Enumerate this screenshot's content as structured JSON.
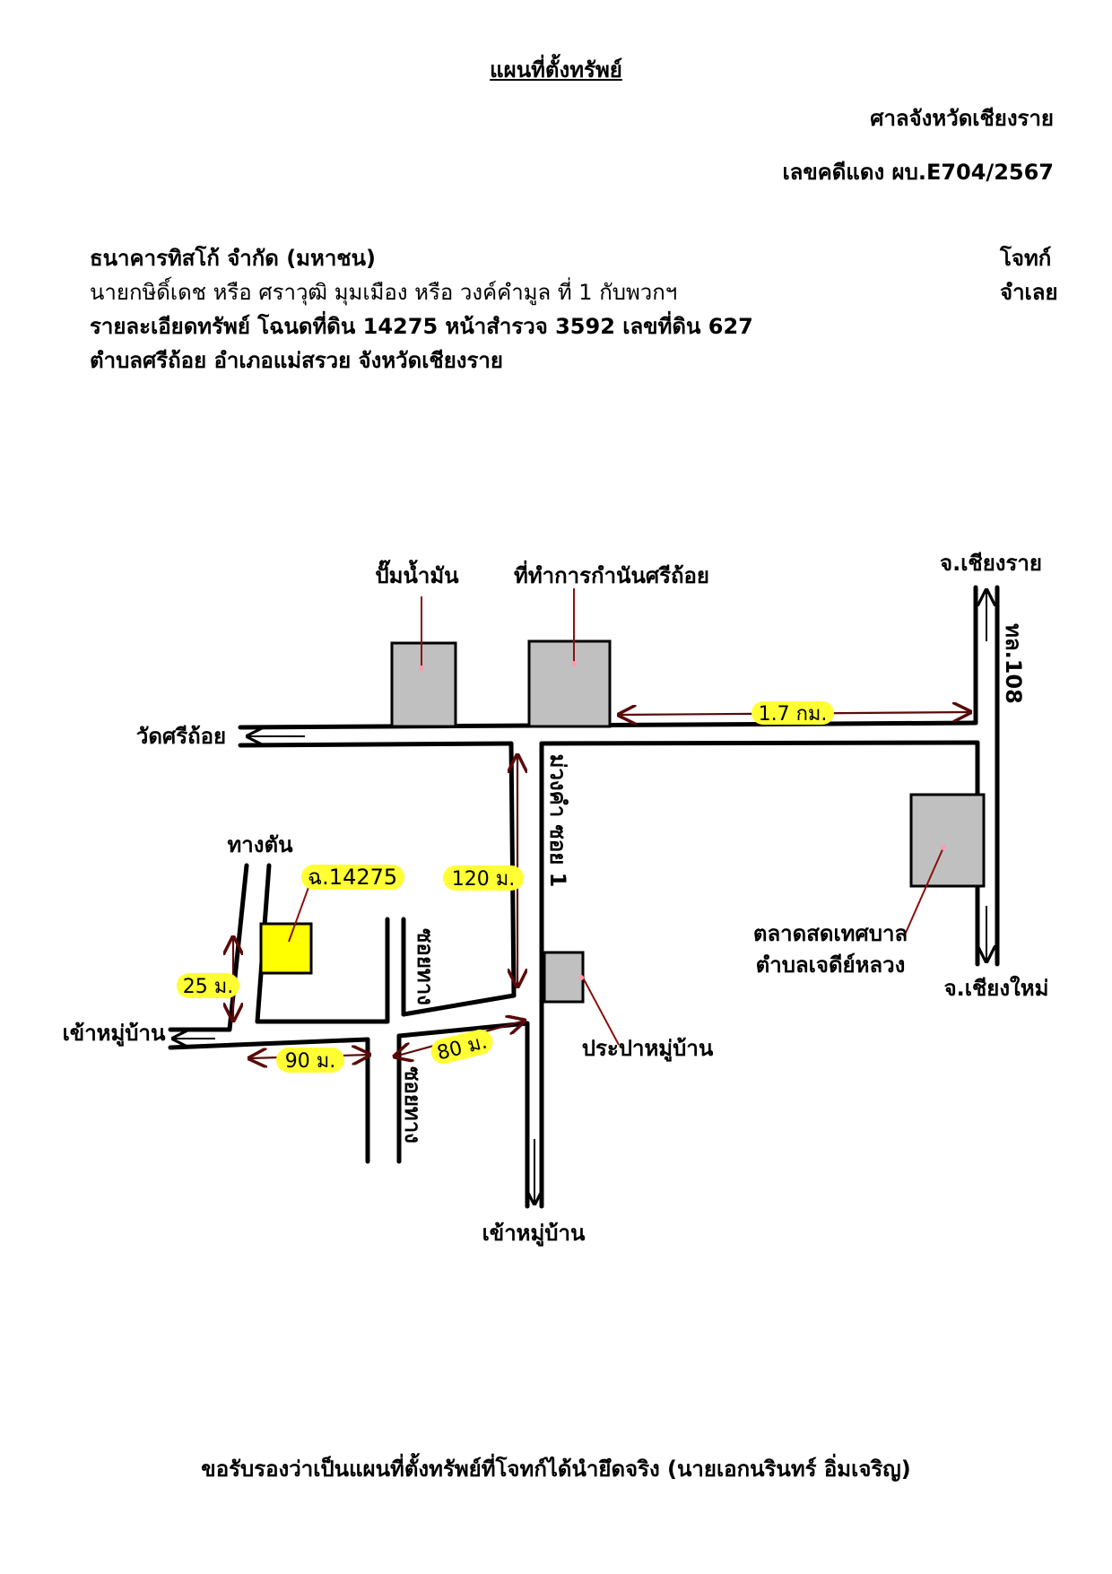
{
  "header": {
    "title": "แผนที่ตั้งทรัพย์",
    "court": "ศาลจังหวัดเชียงราย",
    "case_number": "เลขคดีแดง ผบ.E704/2567"
  },
  "parties": {
    "plaintiff_name": "ธนาคารทิสโก้ จำกัด (มหาชน)",
    "plaintiff_role": "โจทก์",
    "defendant_name": "นายกษิดิ์เดช หรือ ศราวุฒิ มุมเมือง หรือ วงค์คำมูล ที่ 1 กับพวกฯ",
    "defendant_role": "จำเลย"
  },
  "property": {
    "detail_line1": "รายละเอียดทรัพย์ โฉนดที่ดิน 14275 หน้าสำรวจ 3592 เลขที่ดิน 627",
    "detail_line2": "ตำบลศรีถ้อย อำเภอแม่สรวย จังหวัดเชียงราย"
  },
  "map": {
    "places": {
      "gas_station": "ปั๊มน้ำมัน",
      "kamnan_office": "ที่ทำการกำนันศรีถ้อย",
      "chiang_rai": "จ.เชียงราย",
      "highway": "ทล.108",
      "temple": "วัดศรีถ้อย",
      "dead_end": "ทางตัน",
      "plot_label": "ฉ.14275",
      "soi_name": "ม่วงคำ ซอย 1",
      "market_line1": "ตลาดสดเทศบาล",
      "market_line2": "ตำบลเจดีย์หลวง",
      "chiang_mai": "จ.เชียงใหม่",
      "village_entry_left": "เข้าหมู่บ้าน",
      "water_supply": "ประปาหมู่บ้าน",
      "village_entry_bottom": "เข้าหมู่บ้าน",
      "alley_upper": "ซอยทาง",
      "alley_lower": "ซอยทาง"
    },
    "distances": {
      "to_highway": "1.7 กม.",
      "soi_length": "120 ม.",
      "plot_depth": "25 ม.",
      "left_segment": "90 ม.",
      "mid_segment": "80 ม."
    },
    "colors": {
      "road": "#000000",
      "building": "#c0c0c0",
      "plot": "#ffff00",
      "highlight": "#ffff33",
      "dimension_arrow": "#5a0a0a",
      "pointer": "#8a1010"
    }
  },
  "footer": {
    "certification": "ขอรับรองว่าเป็นแผนที่ตั้งทรัพย์ที่โจทก์ได้นำยึดจริง (นายเอกนรินทร์ อิ่มเจริญ)"
  }
}
